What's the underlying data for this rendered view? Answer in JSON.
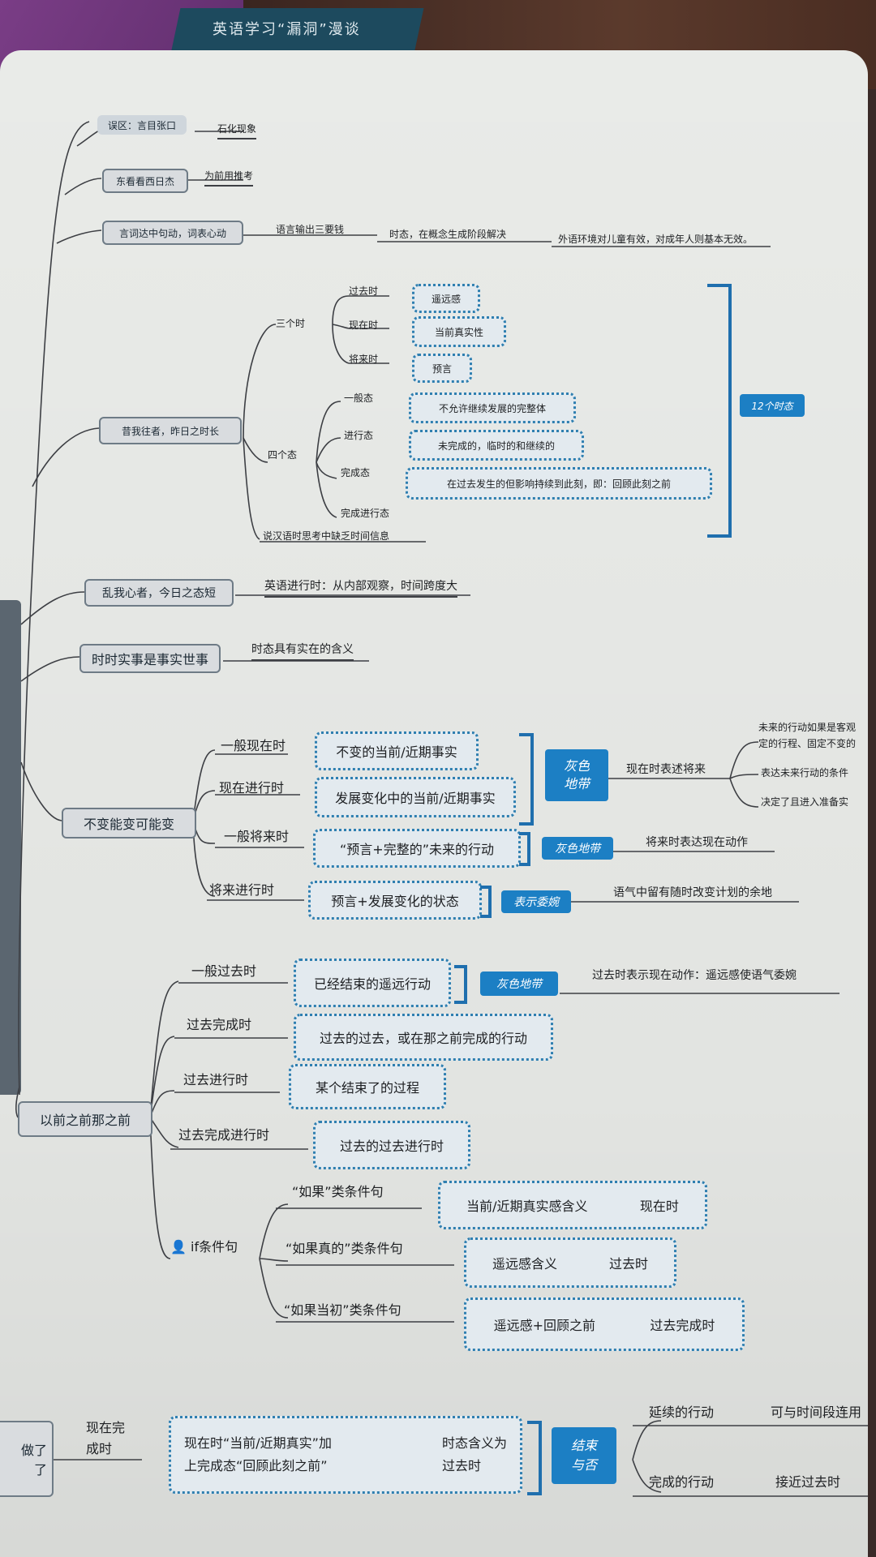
{
  "book": {
    "cover_title": "英语学习“漏洞”漫谈"
  },
  "colors": {
    "page": "#e9ebe8",
    "accent_blue": "#1c7fc4",
    "dashed_border": "#2f7fb0",
    "gray_box": "#d9dcdf"
  },
  "top": {
    "root1": "误区：言目张口",
    "leaf1": "石化现象",
    "root2": "东看看西日杰",
    "leaf2": "为前用推考",
    "root3": "言词达中句动，词表心动",
    "leaf3a": "语言输出三要钱",
    "leaf3b": "时态，在概念生成阶段解决",
    "leaf3c": "外语环境对儿童有效，对成年人则基本无效。"
  },
  "tense": {
    "root": "昔我往者，昨日之时长",
    "three": "三个时",
    "past": "过去时",
    "past_note": "遥远感",
    "present": "现在时",
    "present_note": "当前真实性",
    "future": "将来时",
    "future_note": "预言",
    "four": "四个态",
    "simple": "一般态",
    "simple_note": "不允许继续发展的完整体",
    "prog": "进行态",
    "prog_note": "未完成的，临时的和继续的",
    "perf": "完成态",
    "perf_note": "在过去发生的但影响持续到此刻，即：回顾此刻之前",
    "perfprog": "完成进行态",
    "missing": "说汉语时思考中缺乏时间信息",
    "twelve": "12个时态"
  },
  "chaos": {
    "root": "乱我心者，今日之态短",
    "leaf": "英语进行时：从内部观察，时间跨度大"
  },
  "fact": {
    "root": "时时实事是事实世事",
    "leaf": "时态具有实在的含义"
  },
  "change": {
    "root": "不变能变可能变",
    "a": "一般现在时",
    "a_note": "不变的当前/近期事实",
    "b": "现在进行时",
    "b_note": "发展变化中的当前/近期事实",
    "gray1": "灰色\n地带",
    "gray1_l1": "灰色",
    "gray1_l2": "地带",
    "present_future": "现在时表述将来",
    "pf1a": "未来的行动如果是客观",
    "pf1b": "定的行程、固定不变的",
    "pf2": "表达未来行动的条件",
    "pf3": "决定了且进入准备实",
    "c": "一般将来时",
    "c_note": "“预言+完整的”未来的行动",
    "gray2": "灰色地带",
    "c_more": "将来时表达现在动作",
    "d": "将来进行时",
    "d_note": "预言+发展变化的状态",
    "polite": "表示委婉",
    "d_more": "语气中留有随时改变计划的余地"
  },
  "before": {
    "root": "以前之前那之前",
    "a": "一般过去时",
    "a_note": "已经结束的遥远行动",
    "gray3": "灰色地带",
    "a_more": "过去时表示现在动作：遥远感使语气委婉",
    "b": "过去完成时",
    "b_note": "过去的过去，或在那之前完成的行动",
    "c": "过去进行时",
    "c_note": "某个结束了的过程",
    "d": "过去完成进行时",
    "d_note": "过去的过去进行时",
    "if": "if条件句",
    "if1": "“如果”类条件句",
    "if1_note": "当前/近期真实感含义",
    "if1_tense": "现在时",
    "if2": "“如果真的”类条件句",
    "if2_note": "遥远感含义",
    "if2_tense": "过去时",
    "if3": "“如果当初”类条件句",
    "if3_note": "遥远感+回顾之前",
    "if3_tense": "过去完成时"
  },
  "bottom": {
    "root_l1": "做了",
    "root_l2": "了",
    "pp_l1": "现在完",
    "pp_l2": "成时",
    "desc_l1": "现在时“当前/近期真实”加",
    "desc_l2": "上完成态“回顾此刻之前”",
    "meaning_l1": "时态含义为",
    "meaning_l2": "过去时",
    "end_l1": "结束",
    "end_l2": "与否",
    "cont": "延续的行动",
    "cont_note": "可与时间段连用",
    "done": "完成的行动",
    "done_note": "接近过去时"
  }
}
